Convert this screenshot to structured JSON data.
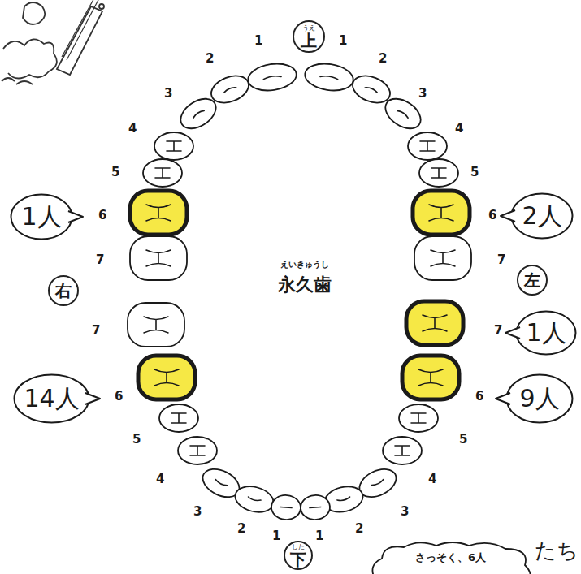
{
  "diagram": {
    "nodes": [
      {
        "text": [
          "うえ",
          "上"
        ]
      },
      {
        "text": [
          "1人"
        ]
      },
      {
        "text": [
          "2人"
        ]
      },
      {
        "text": [
          "左"
        ]
      },
      {
        "text": [
          "右"
        ]
      },
      {
        "text": [
          "1人"
        ]
      },
      {
        "text": [
          "14人"
        ]
      },
      {
        "text": [
          "9人"
        ]
      },
      {
        "text": [
          "した",
          "下"
        ]
      },
      {
        "text": [
          "さっそく、6人"
        ]
      }
    ],
    "labels": [
      "1",
      "1",
      "2",
      "2",
      "3",
      "3",
      "4",
      "4",
      "5",
      "5",
      "6",
      "6",
      "7",
      "7",
      "えいきゅうし",
      "永久歯",
      "7",
      "7",
      "6",
      "6",
      "5",
      "5",
      "4",
      "4",
      "3",
      "3",
      "2",
      "2",
      "1",
      "1",
      "たち"
    ]
  }
}
